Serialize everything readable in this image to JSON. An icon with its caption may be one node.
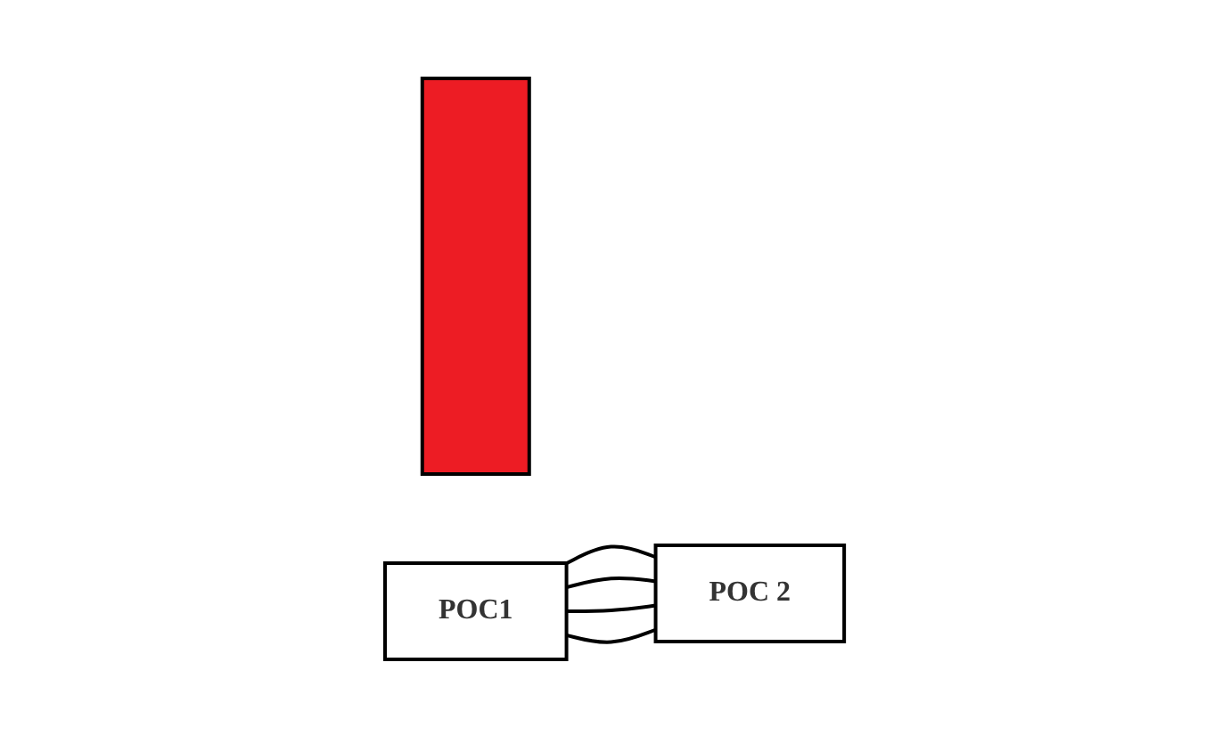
{
  "diagram": {
    "nodes": [
      {
        "text": [],
        "shape": "bar"
      },
      {
        "text": [
          "POC1"
        ]
      },
      {
        "text": [
          "POC 2"
        ]
      }
    ],
    "edges": [
      {
        "from": 1,
        "to": 2,
        "arrow": "none"
      },
      {
        "from": 1,
        "to": 2,
        "arrow": "none"
      },
      {
        "from": 1,
        "to": 2,
        "arrow": "none"
      },
      {
        "from": 1,
        "to": 2,
        "arrow": "none"
      }
    ]
  }
}
